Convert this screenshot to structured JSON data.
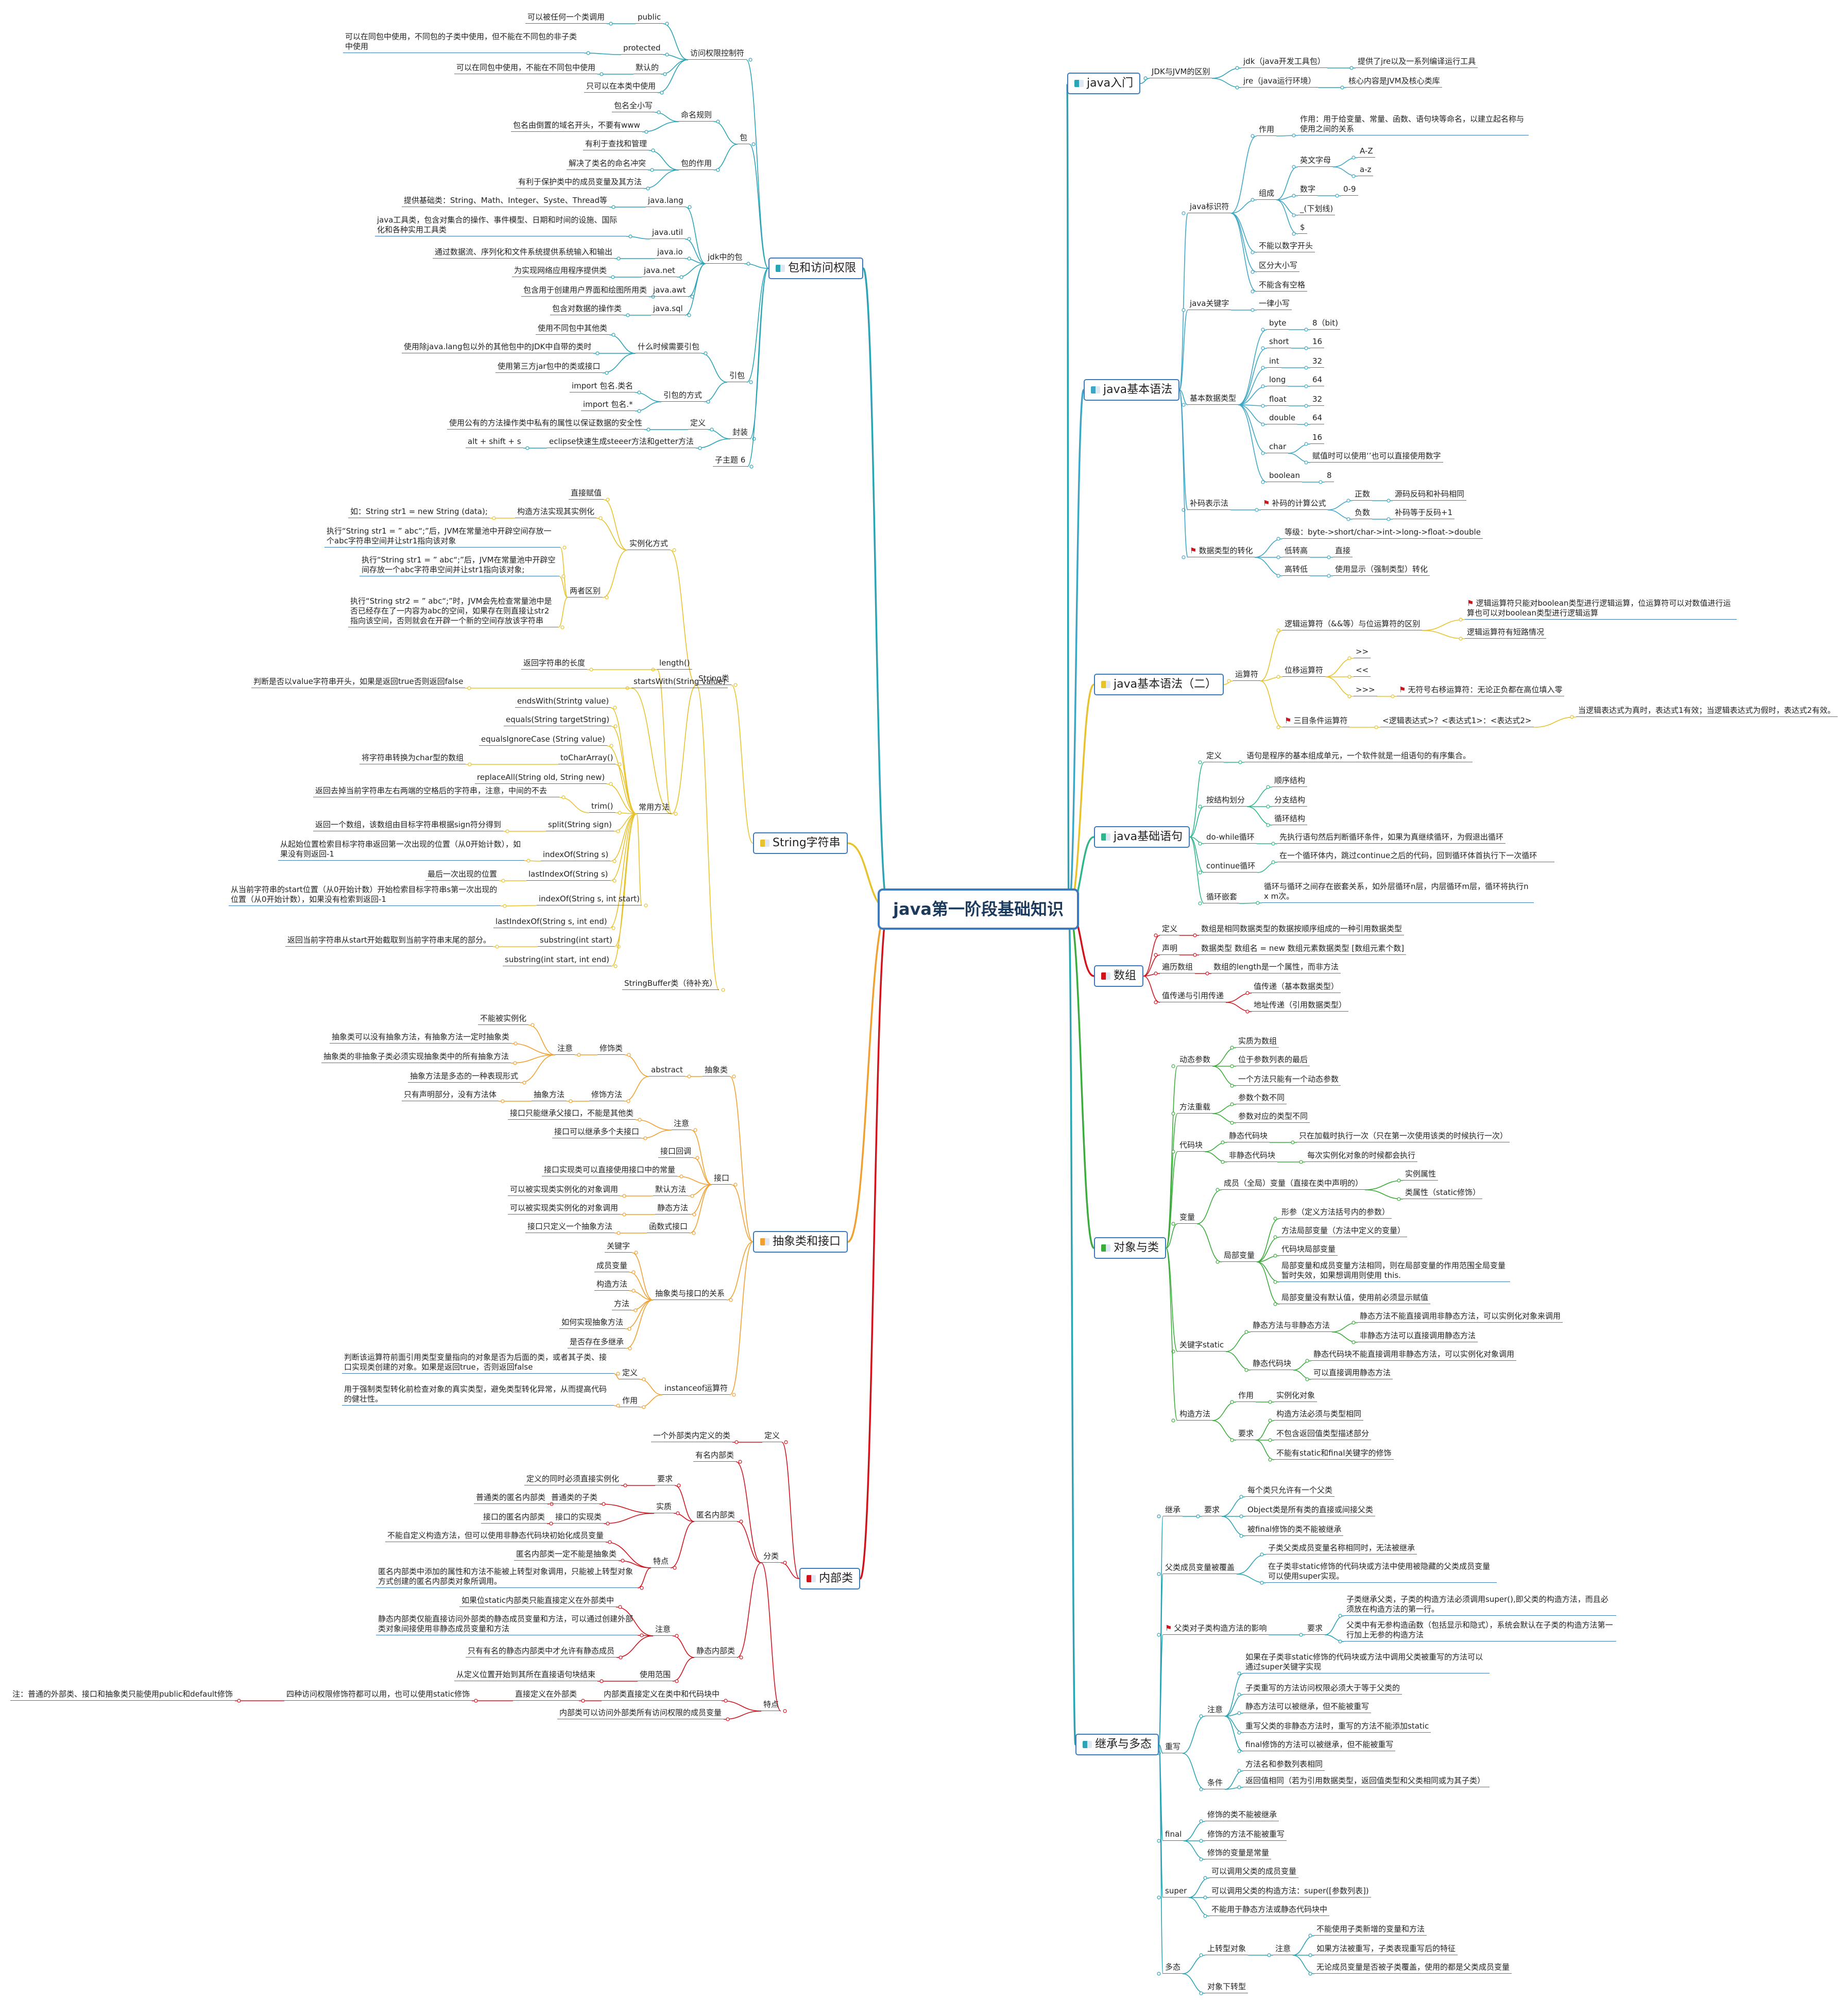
{
  "root": "java第一阶段基础知识",
  "colors": {
    "root_border": "#3b7bbd",
    "node_line": "#3b7bbd",
    "branch_java_intro": "#2aa3b5",
    "branch_basic_syntax": "#3da6c5",
    "branch_syntax2": "#e8c22c",
    "branch_statement": "#2fb58c",
    "branch_array": "#d0121b",
    "branch_oop": "#3bab3b",
    "branch_inherit": "#2aa3b5",
    "branch_package": "#2aa3b5",
    "branch_string": "#e8c22c",
    "branch_abstract": "#f0a030",
    "branch_inner": "#d0121b",
    "flag": "#d0121b"
  },
  "icons": {
    "main_topic": "task-icon",
    "flag": "flag-icon"
  },
  "java_intro": {
    "title": "java入门",
    "n1": "JDK与JVM的区别",
    "n2": "jdk（java开发工具包）",
    "n3": "提供了jre以及一系列编译运行工具",
    "n4": "jre（java运行环境）",
    "n5": "核心内容是JVM及核心类库"
  },
  "basic_syntax": {
    "title": "java基本语法",
    "identifier": "java标识符",
    "use": "作用",
    "use_desc": "作用：用于给变量、常量、函数、语句块等命名，以建立起名称与使用之间的关系",
    "compose": "组成",
    "letters": "英文字母",
    "az_upper": "A-Z",
    "az_lower": "a-z",
    "digit": "数字",
    "d09": "0-9",
    "underscore": "_(下划线)",
    "dollar": "$",
    "rule1": "不能以数字开头",
    "rule2": "区分大小写",
    "rule3": "不能含有空格",
    "keyword": "java关键字",
    "kw_lower": "一律小写",
    "types": "基本数据类型",
    "t_byte": "byte",
    "v_byte": "8（bit)",
    "t_short": "short",
    "v_short": "16",
    "t_int": "int",
    "v_int": "32",
    "t_long": "long",
    "v_long": "64",
    "t_float": "float",
    "v_float": "32",
    "t_double": "double",
    "v_double": "64",
    "t_char": "char",
    "v_char": "16",
    "v_char2": "赋值时可以使用‘’也可以直接使用数字",
    "t_boolean": "boolean",
    "v_boolean": "8",
    "complement": "补码表示法",
    "comp_calc": "补码的计算公式",
    "positive": "正数",
    "positive_v": "源码反码和补码相同",
    "negative": "负数",
    "negative_v": "补码等于反码+1",
    "convert": "数据类型的转化",
    "level": "等级：byte->short/char->int->long->float->double",
    "low_high": "低转高",
    "low_high_v": "直接",
    "high_low": "高转低",
    "high_low_v": "使用显示（强制类型）转化"
  },
  "syntax2": {
    "title": "java基本语法（二）",
    "operator": "运算符",
    "logic": "逻辑运算符（&&等）与位运算符的区别",
    "logic1": "逻辑运算符只能对boolean类型进行逻辑运算，位运算符可以对数值进行运算也可以对boolean类型进行逻辑运算",
    "logic2": "逻辑运算符有短路情况",
    "shift": "位移运算符",
    "s1": ">>",
    "s2": "<<",
    "s3": ">>>",
    "s3v": "无符号右移运算符：无论正负都在高位填入零",
    "ternary": "三目条件运算符",
    "tern_expr": "<逻辑表达式>？<表达式1>：<表达式2>",
    "tern_desc": "当逻辑表达式为真时，表达式1有效；当逻辑表达式为假时，表达式2有效。"
  },
  "statement": {
    "title": "java基础语句",
    "def": "定义",
    "def_v": "语句是程序的基本组成单元，一个软件就是一组语句的有序集合。",
    "struct": "按结构划分",
    "seq": "顺序结构",
    "branch": "分支结构",
    "loop": "循环结构",
    "dowhile": "do-while循环",
    "dowhile_v": "先执行语句然后判断循环条件，如果为真继续循环，为假退出循环",
    "cont": "continue循环",
    "cont_v": "在一个循环体内，跳过continue之后的代码，回到循环体首执行下一次循环",
    "nest": "循环嵌套",
    "nest_v": "循环与循环之间存在嵌套关系，如外层循环n层，内层循环m层，循环将执行n x m次。"
  },
  "array": {
    "title": "数组",
    "def": "定义",
    "def_v": "数组是相同数据类型的数据按顺序组成的一种引用数据类型",
    "decl": "声明",
    "decl_v": "数据类型 数组名 = new 数组元素数据类型 [数组元素个数]",
    "traverse": "遍历数组",
    "traverse_v": "数组的length是一个属性，而非方法",
    "pass": "值传递与引用传递",
    "pass1": "值传递（基本数据类型）",
    "pass2": "地址传递（引用数据类型）"
  },
  "oop": {
    "title": "对象与类",
    "dyn": "动态参数",
    "dyn1": "实质为数组",
    "dyn2": "位于参数列表的最后",
    "dyn3": "一个方法只能有一个动态参数",
    "overload": "方法重载",
    "ov1": "参数个数不同",
    "ov2": "参数对应的类型不同",
    "block": "代码块",
    "sblock": "静态代码块",
    "sblock_v": "只在加载时执行一次（只在第一次使用该类的时候执行一次）",
    "nblock": "非静态代码块",
    "nblock_v": "每次实例化对象的时候都会执行",
    "var": "变量",
    "member": "成员（全局）变量（直接在类中声明的）",
    "inst": "实例属性",
    "cls": "类属性（static修饰）",
    "local": "局部变量",
    "loc1": "形参（定义方法括号内的参数）",
    "loc2": "方法局部变量（方法中定义的变量）",
    "loc3": "代码块局部变量",
    "loc4": "局部变量和成员变量方法相同，则在局部变量的作用范围全局变量暂时失效，如果想调用则使用 this.",
    "loc5": "局部变量没有默认值，使用前必须显示赋值",
    "static": "关键字static",
    "smeth": "静态方法与非静态方法",
    "smeth1": "静态方法不能直接调用非静态方法，可以实例化对象来调用",
    "smeth2": "非静态方法可以直接调用静态方法",
    "sblk": "静态代码块",
    "sblk1": "静态代码块不能直接调用非静态方法，可以实例化对象调用",
    "sblk2": "可以直接调用静态方法",
    "ctor": "构造方法",
    "c_use": "作用",
    "c_use_v": "实例化对象",
    "c_req": "要求",
    "c_req1": "构造方法必须与类型相同",
    "c_req2": "不包含返回值类型描述部分",
    "c_req3": "不能有static和final关键字的修饰"
  },
  "inherit": {
    "title": "继承与多态",
    "inh": "继承",
    "req": "要求",
    "r1": "每个类只允许有一个父类",
    "r2": "Object类是所有类的直接或间接父类",
    "r3": "被final修饰的类不能被继承",
    "hide": "父类成员变量被覆盖",
    "h1": "子类父类成员变量名称相同时，无法被继承",
    "h2": "在子类非static修饰的代码块或方法中使用被隐藏的父类成员变量可以使用super实现。",
    "ctor_eff": "父类对子类构造方法的影响",
    "ce_req": "要求",
    "ce1": "子类继承父类，子类的构造方法必须调用super(),即父类的构造方法，而且必须放在构造方法的第一行。",
    "ce2": "父类中有无参构造函数（包括显示和隐式），系统会默认在子类的构造方法第一行加上无参的构造方法",
    "override": "重写",
    "note": "注意",
    "o1": "如果在子类非static修饰的代码块或方法中调用父类被重写的方法可以通过super关键字实现",
    "o2": "子类重写的方法访问权限必须大于等于父类的",
    "o3": "静态方法可以被继承，但不能被重写",
    "o4": "重写父类的非静态方法时，重写的方法不能添加static",
    "o5": "final修饰的方法可以被继承，但不能被重写",
    "cond": "条件",
    "c1": "方法名和参数列表相同",
    "c2": "返回值相同（若为引用数据类型，返回值类型和父类相同或为其子类）",
    "final": "final",
    "f1": "修饰的类不能被继承",
    "f2": "修饰的方法不能被重写",
    "f3": "修饰的变量是常量",
    "super": "super",
    "su1": "可以调用父类的成员变量",
    "su2": "可以调用父类的构造方法：super([参数列表])",
    "su3": "不能用于静态方法或静态代码块中",
    "poly": "多态",
    "up": "上转型对象",
    "up_note": "注意",
    "up1": "不能使用子类新增的变量和方法",
    "up2": "如果方法被重写，子类表现重写后的特征",
    "up3": "无论成员变量是否被子类覆盖，使用的都是父类成员变量",
    "down": "对象下转型"
  },
  "package": {
    "title": "包和访问权限",
    "access": "访问权限控制符",
    "public": "public",
    "public_v": "可以被任何一个类调用",
    "protected": "protected",
    "protected_v": "可以在同包中使用，不同包的子类中使用，但不能在不同包的非子类中使用",
    "default": "默认的",
    "default_v": "可以在同包中使用，不能在不同包中使用",
    "private_v": "只可以在本类中使用",
    "pkg": "包",
    "naming": "命名规则",
    "n1": "包名全小写",
    "n2": "包名由倒置的域名开头，不要有www",
    "pkg_use": "包的作用",
    "u1": "有利于查找和管理",
    "u2": "解决了类名的命名冲突",
    "u3": "有利于保护类中的成员变量及其方法",
    "jdk": "jdk中的包",
    "lang": "java.lang",
    "lang_v": "提供基础类：String、Math、Integer、Syste、Thread等",
    "util": "java.util",
    "util_v": "java工具类，包含对集合的操作、事件模型、日期和时间的设施、国际化和各种实用工具类",
    "io": "java.io",
    "io_v": "通过数据流、序列化和文件系统提供系统输入和输出",
    "net": "java.net",
    "net_v": "为实现网络应用程序提供类",
    "awt": "java.awt",
    "awt_v": "包含用于创建用户界面和绘图所用类",
    "sql": "java.sql",
    "sql_v": "包含对数据的操作类",
    "imp": "引包",
    "when": "什么时候需要引包",
    "w1": "使用不同包中其他类",
    "w2": "使用除java.lang包以外的其他包中的JDK中自带的类时",
    "w3": "使用第三方jar包中的类或接口",
    "how": "引包的方式",
    "how1": "import 包名.类名",
    "how2": "import 包名.*",
    "enc": "封装",
    "enc_def": "定义",
    "enc_def_v": "使用公有的方法操作类中私有的属性以保证数据的安全性",
    "enc_ecl": "eclipse快速生成steeer方法和getter方法",
    "enc_ecl_v": "alt + shift + s",
    "sub6": "子主题 6"
  },
  "string": {
    "title": "String字符串",
    "cls": "String类",
    "inst": "实例化方式",
    "direct": "直接赋值",
    "ctor": "构造方法实现其实例化",
    "ctor_v": "如：String str1 = new String (data);",
    "diff": "两者区别",
    "d1": "执行“String str1 = ” abc“;”后，JVM在常量池中开辟空间存放一个abc字符串空间并让str1指向该对象",
    "d2": "执行“String str1 = ” abc“;”后，JVM在常量池中开辟空间存放一个abc字符串空间并让str1指向该对象;",
    "d3": "执行“String str2 = ” abc“;”时，JVM会先检查常量池中是否已经存在了一内容为abc的空间，如果存在则直接让str2指向该空间，否则就会在开辟一个新的空间存放该字符串",
    "common": "常用方法",
    "m1": "length()",
    "m1v": "返回字符串的长度",
    "m2": "startsWith(String value)",
    "m2v": "判断是否以value字符串开头，如果是返回true否则返回false",
    "m3": "endsWith(Strintg value)",
    "m4": "equals(String targetString)",
    "m5": "equalsIgnoreCase (String value)",
    "m6": "toCharArray()",
    "m6v": "将字符串转换为char型的数组",
    "m7": "replaceAll(String old, String new)",
    "m8": "trim()",
    "m8v": "返回去掉当前字符串左右两端的空格后的字符串，注意，中间的不去",
    "m9": "split(String sign)",
    "m9v": "返回一个数组，该数组由目标字符串根据sign符分得到",
    "m10": "indexOf(String s)",
    "m10v": "从起始位置检索目标字符串返回第一次出现的位置（从0开始计数），如果没有则返回-1",
    "m11": "lastIndexOf(String s)",
    "m11v": "最后一次出现的位置",
    "m12": "indexOf(String s, int start)",
    "m12v": "从当前字符串的start位置（从0开始计数）开始检索目标字符串s第一次出现的位置（从0开始计数），如果没有检索到返回-1",
    "m13": "lastIndexOf(String s, int end)",
    "m14": "substring(int start)",
    "m14v": "返回当前字符串从start开始截取到当前字符串末尾的部分。",
    "m15": "substring(int start, int end)",
    "sb": "StringBuffer类（待补充）"
  },
  "abstract": {
    "title": "抽象类和接口",
    "acls": "抽象类",
    "abs": "abstract",
    "mod": "修饰类",
    "note": "注意",
    "a1": "不能被实例化",
    "a2": "抽象类可以没有抽象方法，有抽象方法一定时抽象类",
    "a3": "抽象类的非抽象子类必须实现抽象类中的所有抽象方法",
    "a4": "抽象方法是多态的一种表现形式",
    "modm": "修饰方法",
    "absm": "抽象方法",
    "absm_v": "只有声明部分，没有方法体",
    "iface": "接口",
    "inote": "注意",
    "i1": "接口只能继承父接口，不能是其他类",
    "i2": "接口可以继承多个夫接口",
    "icb": "接口回调",
    "i3": "接口实现类可以直接使用接口中的常量",
    "dm": "默认方法",
    "dm_v": "可以被实现类实例化的对象调用",
    "sm": "静态方法",
    "sm_v": "可以被实现类实例化的对象调用",
    "fi": "函数式接口",
    "fi_v": "接口只定义一个抽象方法",
    "rel": "抽象类与接口的关系",
    "r1": "关键字",
    "r2": "成员变量",
    "r3": "构造方法",
    "r4": "方法",
    "r5": "如何实现抽象方法",
    "r6": "是否存在多继承",
    "inst": "instanceof运算符",
    "idef": "定义",
    "idef_v": "判断该运算符前面引用类型变量指向的对象是否为后面的类，或者其子类、接口实现类创建的对象。如果是返回true，否则返回false",
    "iuse": "作用",
    "iuse_v": "用于强制类型转化前检查对象的真实类型，避免类型转化异常，从而提高代码的健壮性。"
  },
  "inner": {
    "title": "内部类",
    "def": "定义",
    "def_v": "一个外部类内定义的类",
    "cat": "分类",
    "named": "有名内部类",
    "anon": "匿名内部类",
    "req": "要求",
    "req_v": "定义的同时必须直接实例化",
    "essence": "实质",
    "e1": "普通类的子类",
    "e1v": "普通类的匿名内部类",
    "e2": "接口的实现类",
    "e2v": "接口的匿名内部类",
    "feat": "特点",
    "f1": "不能自定义构造方法，但可以使用非静态代码块初始化成员变量",
    "f2": "匿名内部类一定不能是抽象类",
    "f3": "匿名内部类中添加的属性和方法不能被上转型对象调用，只能被上转型对象方式创建的匿名内部类对象所调用。",
    "static": "静态内部类",
    "snote": "注意",
    "s1": "如果位static内部类只能直接定义在外部类中",
    "s2": "静态内部类仅能直接访问外部类的静态成员变量和方法，可以通过创建外部类对象间接使用非静态成员变量和方法",
    "s3": "只有有名的静态内部类中才允许有静态成员",
    "scope": "使用范围",
    "scope_v": "从定义位置开始到其所在直接语句块结束",
    "feat2": "特点",
    "p1": "内部类直接定义在类中和代码块中",
    "p1a": "直接定义在外部类",
    "p1b": "四种访问权限修饰符都可以用，也可以使用static修饰",
    "p1c": "注：普通的外部类、接口和抽象类只能使用public和default修饰",
    "p2": "内部类可以访问外部类所有访问权限的成员变量"
  }
}
